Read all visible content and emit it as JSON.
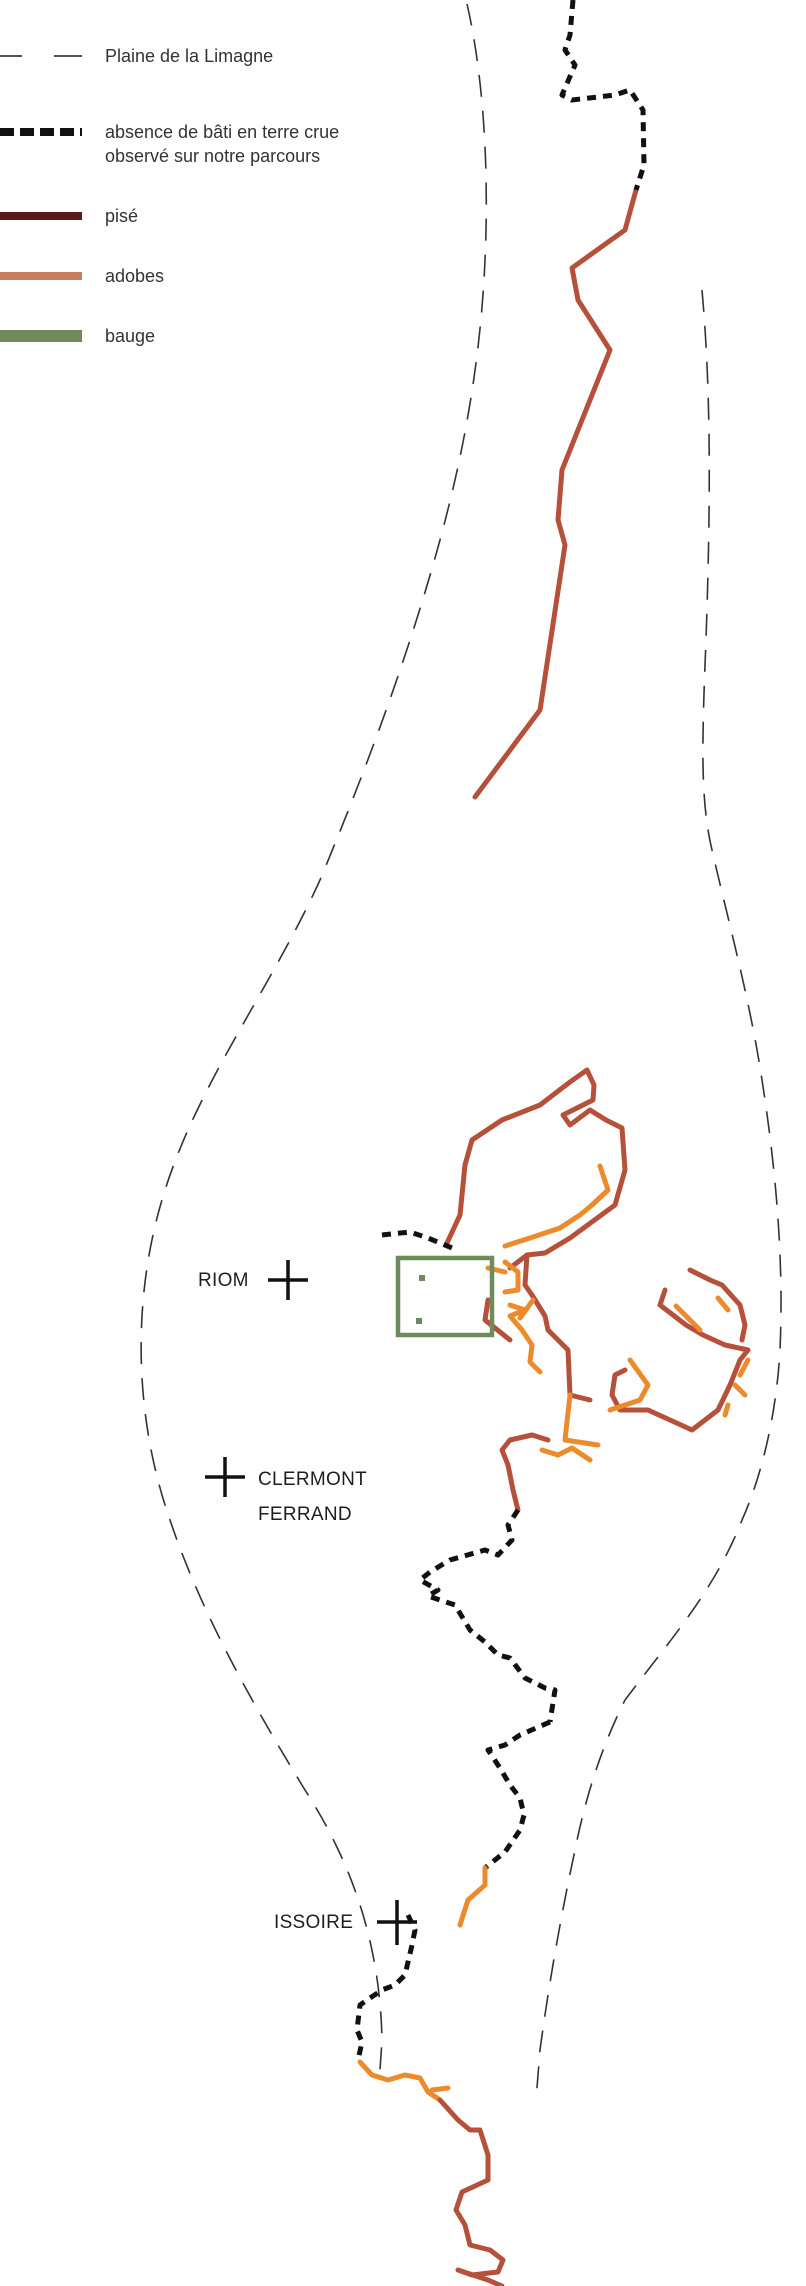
{
  "legend": {
    "plain": {
      "label": "Plaine de la Limagne",
      "color": "#1a1a1a"
    },
    "absence": {
      "label_line1": "absence de bâti en terre crue",
      "label_line2": "observé sur notre parcours",
      "color": "#111111"
    },
    "pise": {
      "label": "pisé",
      "color": "#5a1a1e"
    },
    "adobes": {
      "label": "adobes",
      "color": "#c97f5e"
    },
    "bauge": {
      "label": "bauge",
      "color": "#6f8a5c"
    }
  },
  "map_colors": {
    "pise_route": "#b5503b",
    "adobes_route": "#ec8a2c",
    "bauge_box": "#6f8a5c",
    "absence_route": "#111111",
    "plain_boundary": "#333333",
    "city_marker": "#111111"
  },
  "cities": {
    "riom": "RIOM",
    "clermont_line1": "CLERMONT",
    "clermont_line2": "FERRAND",
    "issoire": "ISSOIRE"
  }
}
